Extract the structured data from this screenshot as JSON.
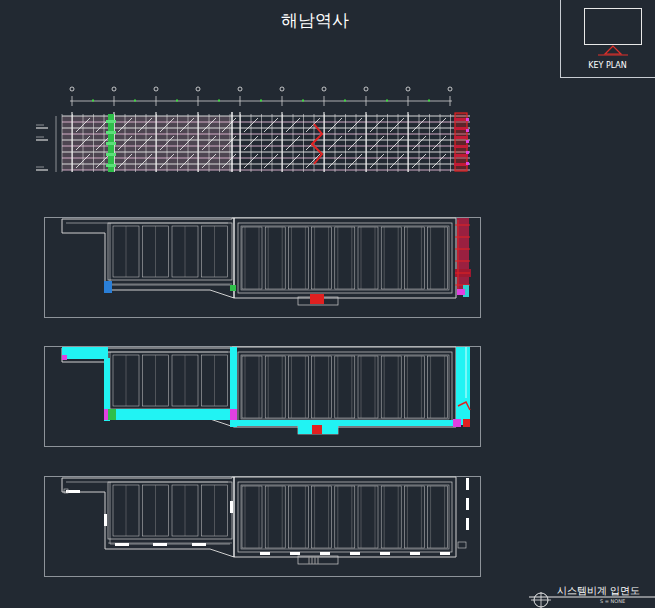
{
  "diagram": {
    "title": "해남역사",
    "caption": "시스템비계 입면도",
    "nodes": [
      {
        "text": [
          "KEY PLAN"
        ]
      }
    ],
    "labels": [
      "S = NONE"
    ]
  }
}
